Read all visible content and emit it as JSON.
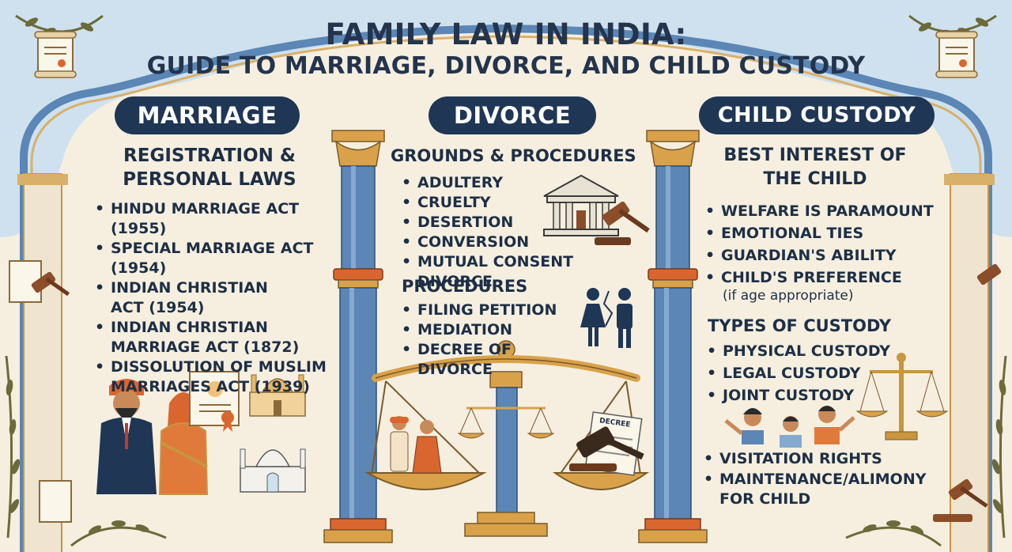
{
  "header": {
    "title_line1": "FAMILY LAW IN INDIA:",
    "title_line2": "GUIDE TO MARRIAGE, DIVORCE, AND CHILD CUSTODY"
  },
  "marriage": {
    "heading": "MARRIAGE",
    "subtitle_line1": "REGISTRATION &",
    "subtitle_line2": "PERSONAL LAWS",
    "items": [
      "HINDU MARRIAGE ACT (1955)",
      "SPECIAL MARRIAGE ACT (1954)",
      "INDIAN CHRISTIAN ACT (1954)",
      "INDIAN CHRISTIAN MARRIAGE ACT (1872)",
      "DISSOLUTION OF MUSLIM MARRIAGES ACT (1939)"
    ]
  },
  "divorce": {
    "heading": "DIVORCE",
    "subtitle": "GROUNDS & PROCEDURES",
    "grounds": [
      "ADULTERY",
      "CRUELTY",
      "DESERTION",
      "CONVERSION",
      "MUTUAL CONSENT DIVORCE"
    ],
    "procedures_title": "PROCEDURES",
    "procedures": [
      "FILING PETITION",
      "MEDIATION",
      "DECREE OF DIVORCE"
    ],
    "decree_label": "DECREE"
  },
  "custody": {
    "heading": "CHILD CUSTODY",
    "subtitle_line1": "BEST INTEREST OF",
    "subtitle_line2": "THE CHILD",
    "items": [
      "WELFARE IS PARAMOUNT",
      "EMOTIONAL TIES",
      "GUARDIAN'S ABILITY",
      "CHILD'S PREFERENCE"
    ],
    "preference_note": "(if age appropriate)",
    "types_title": "TYPES OF CUSTODY",
    "types": [
      "PHYSICAL CUSTODY",
      "LEGAL CUSTODY",
      "JOINT CUSTODY"
    ],
    "extra": [
      "VISITATION RIGHTS",
      "MAINTENANCE/ALIMONY FOR CHILD"
    ]
  },
  "colors": {
    "navy": "#1f3655",
    "pillar_blue": "#5b86b5",
    "gold": "#c9953f",
    "orange": "#d9662f",
    "cream": "#f6efe0",
    "sky": "#cfe1ee"
  }
}
